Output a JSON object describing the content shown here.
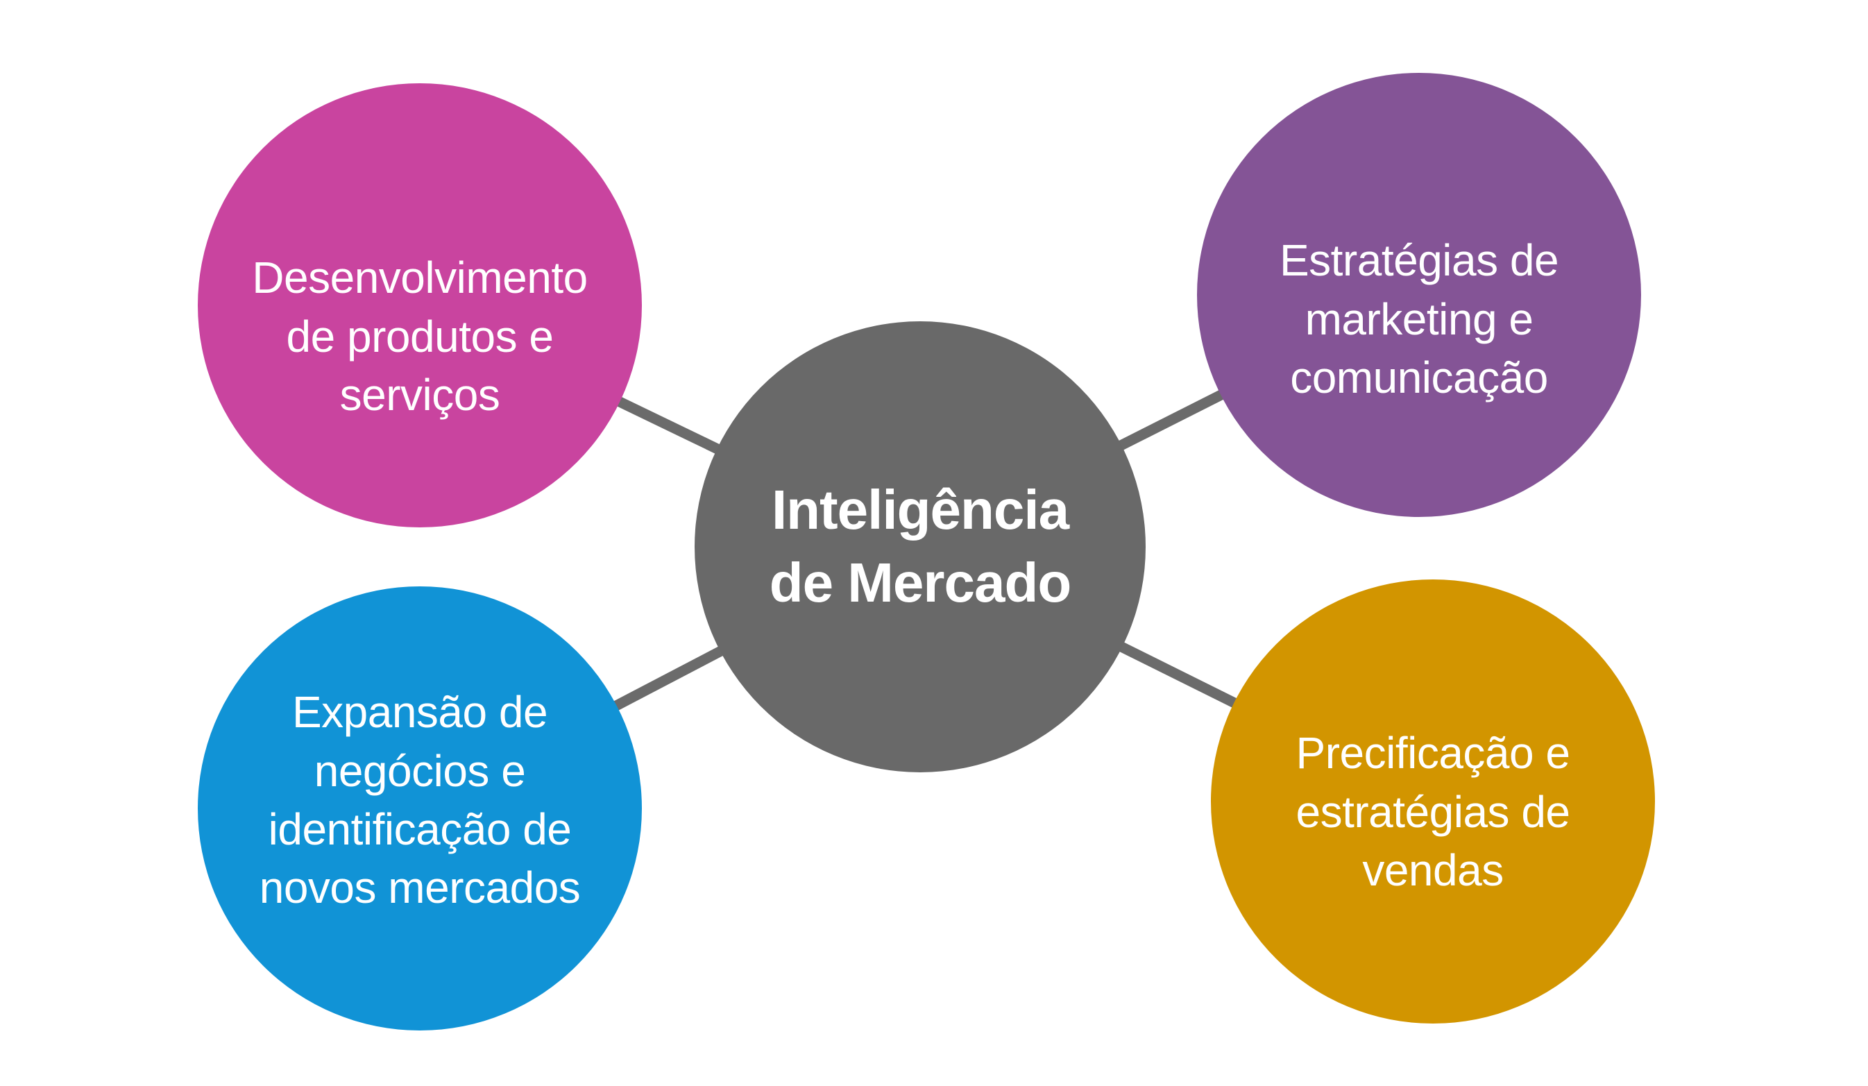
{
  "diagram": {
    "background_color": "#FFFFFF",
    "connector_color": "#6B6B6B",
    "text_color": "#FFFFFF",
    "center": {
      "label": "Inteligência\nde Mercado",
      "color": "#696969"
    },
    "nodes": [
      {
        "id": "product-development",
        "label": "Desenvolvimento\nde produtos e\nserviços",
        "color": "#C9449F"
      },
      {
        "id": "marketing-communication",
        "label": "Estratégias de\nmarketing e\ncomunicação",
        "color": "#845496"
      },
      {
        "id": "business-expansion",
        "label": "Expansão de\nnegócios e\nidentificação de\nnovos mercados",
        "color": "#1193D6"
      },
      {
        "id": "pricing-sales",
        "label": "Precificação e\nestratégias de\nvendas",
        "color": "#D29500"
      }
    ]
  }
}
